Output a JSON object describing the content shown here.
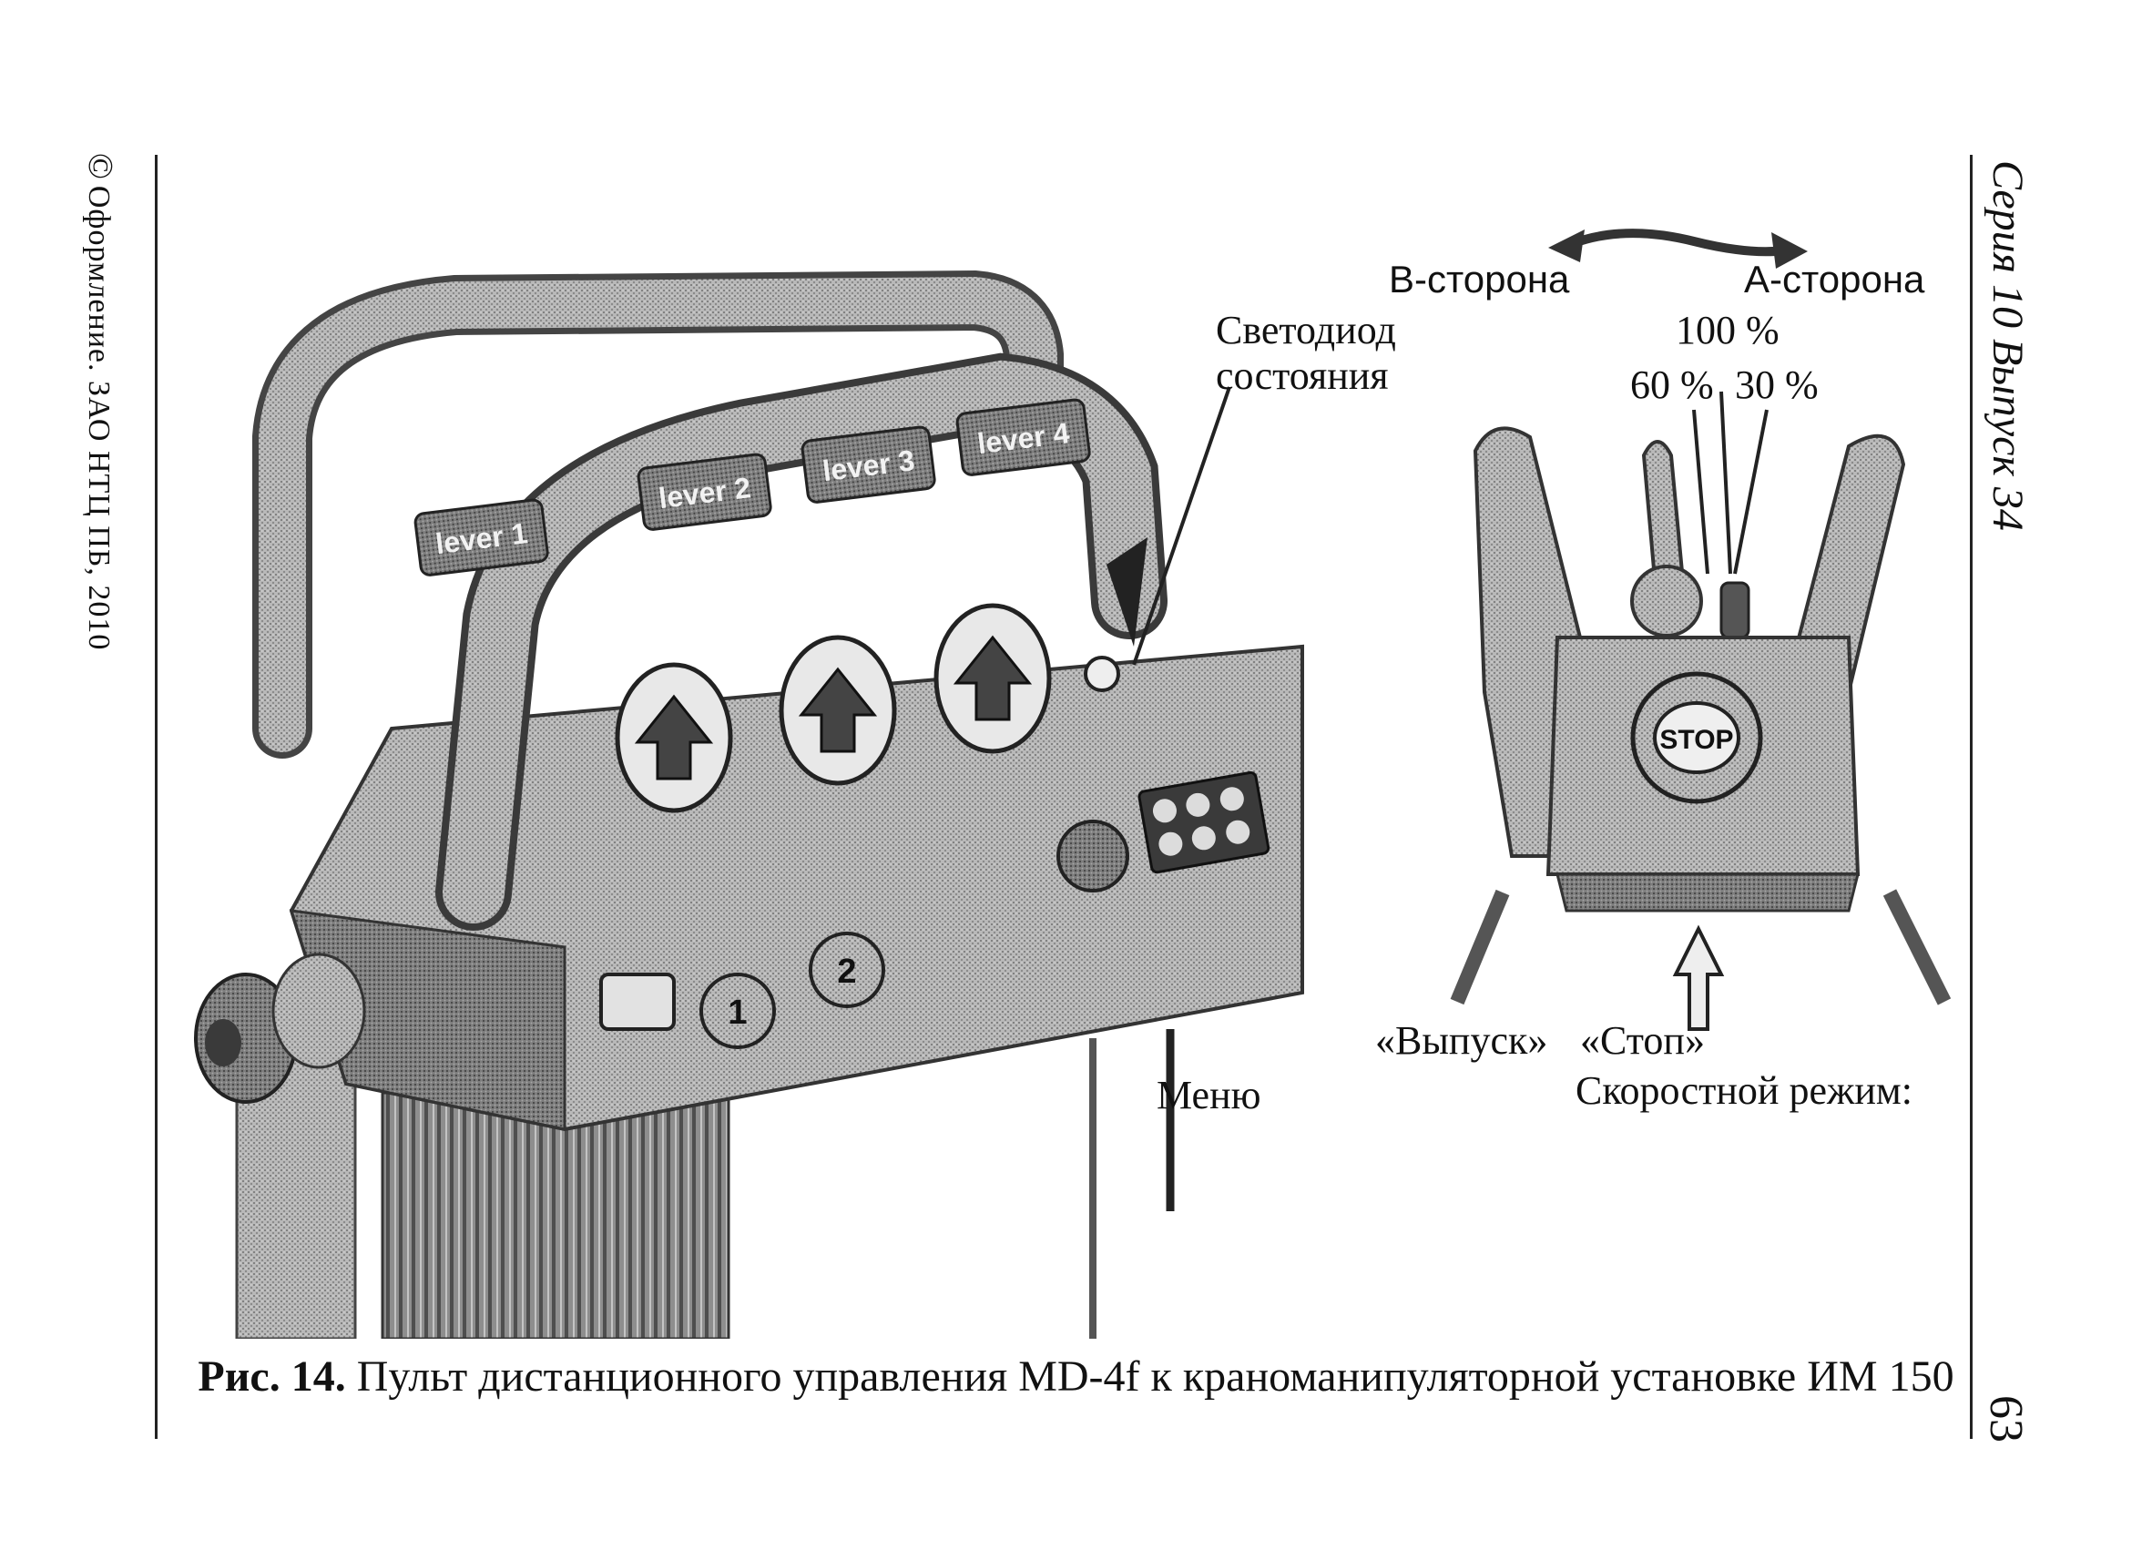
{
  "header": {
    "copyright_symbol": "©",
    "copyright_text": "Оформление. ЗАО НТЦ ПБ, 2010",
    "series": "Серия 10 Выпуск 34",
    "page_number": "63"
  },
  "figure": {
    "lever_tags": [
      "lever 1",
      "lever 2",
      "lever 3",
      "lever 4"
    ],
    "labels": {
      "b_side": "В-сторона",
      "a_side": "А-сторона",
      "led_line1": "Светодиод",
      "led_line2": "состояния",
      "speed_100": "100 %",
      "speed_60": "60 %",
      "speed_30": "30 %",
      "release": "«Выпуск»",
      "stop": "«Стоп»",
      "menu": "Меню",
      "speed_mode": "Скоростной режим:",
      "stop_button": "STOP",
      "button_1": "1",
      "button_2": "2"
    }
  },
  "caption": {
    "prefix": "Рис. 14.",
    "text": " Пульт дистанционного управления MD-4f к краноманипуляторной установке ИМ 150"
  }
}
